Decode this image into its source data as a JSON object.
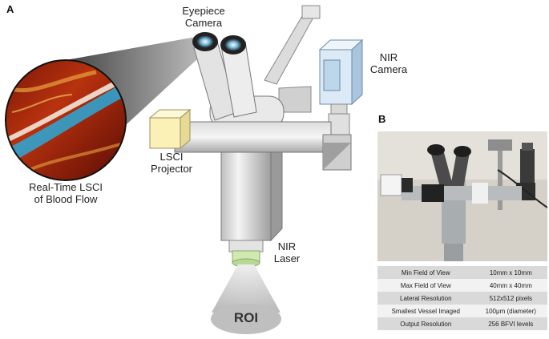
{
  "panel_a": {
    "letter": "A",
    "labels": {
      "eyepiece_line1": "Eyepiece",
      "eyepiece_line2": "Camera",
      "nir_camera_line1": "NIR",
      "nir_camera_line2": "Camera",
      "lsci_line1": "LSCI",
      "lsci_line2": "Projector",
      "realtime_line1": "Real-Time LSCI",
      "realtime_line2": "of Blood Flow",
      "laser_line1": "NIR",
      "laser_line2": "Laser",
      "roi": "ROI"
    }
  },
  "panel_b": {
    "letter": "B",
    "specs": [
      {
        "label": "Min Field of View",
        "value": "10mm x 10mm"
      },
      {
        "label": "Max Field of View",
        "value": "40mm x 40mm"
      },
      {
        "label": "Lateral Resolution",
        "value": "512x512  pixels"
      },
      {
        "label": "Smallest Vessel Imaged",
        "value": "100μm (diameter)"
      },
      {
        "label": "Output Resolution",
        "value": "256 BFVI levels"
      }
    ]
  }
}
